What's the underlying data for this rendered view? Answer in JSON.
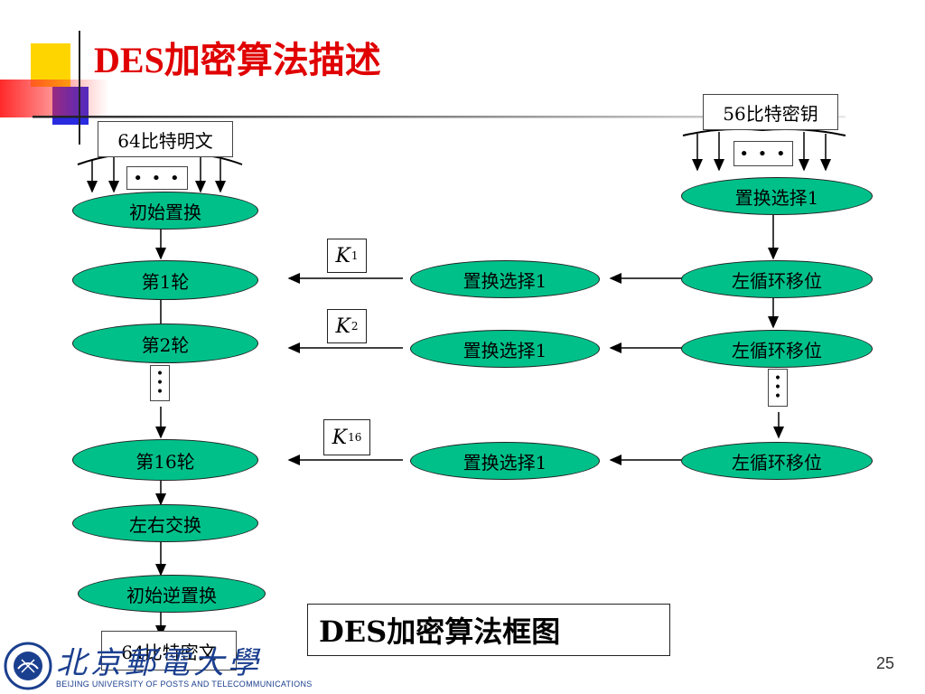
{
  "title": "DES加密算法描述",
  "labels": {
    "plaintext": "64比特明文",
    "key": "56比特密钥",
    "ciphertext": "64比特密文",
    "dots": "• • •"
  },
  "left_chain": [
    "初始置换",
    "第1轮",
    "第2轮",
    "第16轮",
    "左右交换",
    "初始逆置换"
  ],
  "middle_chain": [
    "置换选择1",
    "置换选择1",
    "置换选择1"
  ],
  "right_chain": [
    "置换选择1",
    "左循环移位",
    "左循环移位",
    "左循环移位"
  ],
  "keys": [
    {
      "letter": "K",
      "sub": "1"
    },
    {
      "letter": "K",
      "sub": "2"
    },
    {
      "letter": "K",
      "sub": "16"
    }
  ],
  "caption": "DES加密算法框图",
  "page_number": "25",
  "logo": {
    "name": "北京郵電大學",
    "subtitle": "BEIJING UNIVERSITY OF POSTS AND TELECOMMUNICATIONS"
  },
  "colors": {
    "title": "#e00000",
    "oval_fill": "#00c08a",
    "logo": "#1b3f8f"
  }
}
